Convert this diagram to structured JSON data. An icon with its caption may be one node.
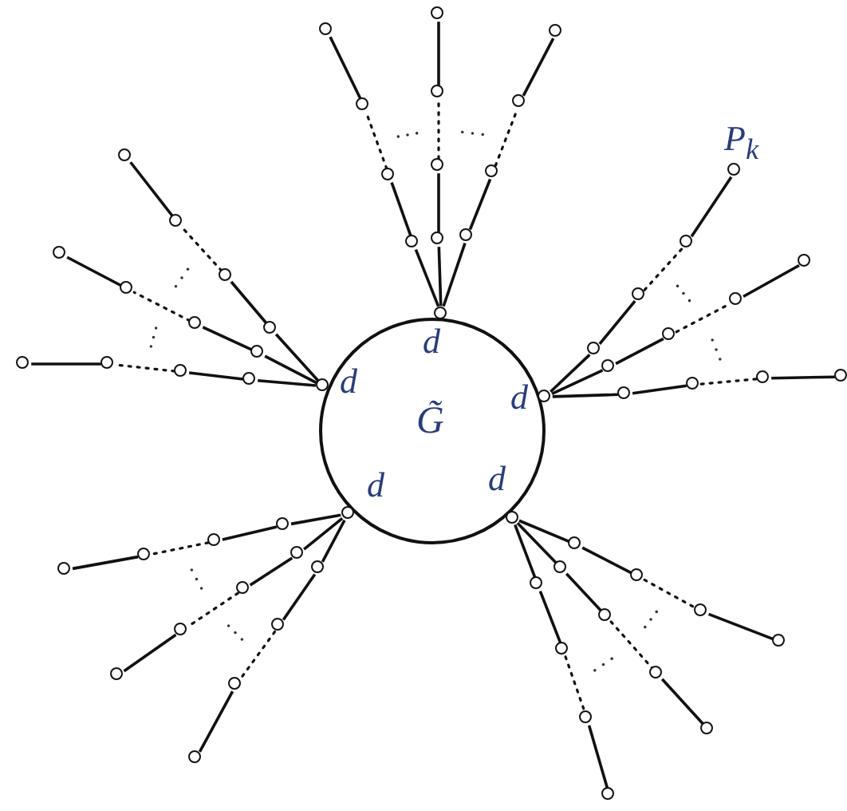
{
  "diagram": {
    "nodes": [
      {
        "text": [
          "G̃"
        ]
      },
      {
        "text": [],
        "shape": "circle",
        "beside": [
          "d"
        ]
      },
      {
        "text": [],
        "shape": "circle"
      },
      {
        "text": [],
        "shape": "circle"
      },
      {
        "text": [],
        "shape": "circle"
      },
      {
        "text": [],
        "shape": "circle"
      },
      {
        "text": [],
        "shape": "circle"
      },
      {
        "text": [],
        "shape": "circle"
      },
      {
        "text": [],
        "shape": "circle"
      },
      {
        "text": [],
        "shape": "circle"
      },
      {
        "text": [],
        "shape": "circle"
      },
      {
        "text": [],
        "shape": "circle"
      },
      {
        "text": [],
        "shape": "circle"
      },
      {
        "text": [],
        "shape": "circle"
      },
      {
        "text": [],
        "shape": "circle",
        "beside": [
          "d"
        ]
      },
      {
        "text": [],
        "shape": "circle"
      },
      {
        "text": [],
        "shape": "circle"
      },
      {
        "text": [],
        "shape": "circle"
      },
      {
        "text": [],
        "shape": "circle"
      },
      {
        "text": [],
        "shape": "circle"
      },
      {
        "text": [],
        "shape": "circle"
      },
      {
        "text": [],
        "shape": "circle"
      },
      {
        "text": [],
        "shape": "circle"
      },
      {
        "text": [],
        "shape": "circle"
      },
      {
        "text": [],
        "shape": "circle"
      },
      {
        "text": [],
        "shape": "circle"
      },
      {
        "text": [],
        "shape": "circle"
      },
      {
        "text": [],
        "shape": "circle",
        "beside": [
          "d"
        ]
      },
      {
        "text": [],
        "shape": "circle"
      },
      {
        "text": [],
        "shape": "circle"
      },
      {
        "text": [],
        "shape": "circle"
      },
      {
        "text": [],
        "shape": "circle",
        "beside": [
          "P$_{k}$"
        ]
      },
      {
        "text": [],
        "shape": "circle"
      },
      {
        "text": [],
        "shape": "circle"
      },
      {
        "text": [],
        "shape": "circle"
      },
      {
        "text": [],
        "shape": "circle"
      },
      {
        "text": [],
        "shape": "circle"
      },
      {
        "text": [],
        "shape": "circle"
      },
      {
        "text": [],
        "shape": "circle"
      },
      {
        "text": [],
        "shape": "circle"
      },
      {
        "text": [],
        "shape": "circle",
        "beside": [
          "d"
        ]
      },
      {
        "text": [],
        "shape": "circle"
      },
      {
        "text": [],
        "shape": "circle"
      },
      {
        "text": [],
        "shape": "circle"
      },
      {
        "text": [],
        "shape": "circle"
      },
      {
        "text": [],
        "shape": "circle"
      },
      {
        "text": [],
        "shape": "circle"
      },
      {
        "text": [],
        "shape": "circle"
      },
      {
        "text": [],
        "shape": "circle"
      },
      {
        "text": [],
        "shape": "circle"
      },
      {
        "text": [],
        "shape": "circle"
      },
      {
        "text": [],
        "shape": "circle"
      },
      {
        "text": [],
        "shape": "circle"
      },
      {
        "text": [],
        "shape": "circle",
        "beside": [
          "d"
        ]
      },
      {
        "text": [],
        "shape": "circle"
      },
      {
        "text": [],
        "shape": "circle"
      },
      {
        "text": [],
        "shape": "circle"
      },
      {
        "text": [],
        "shape": "circle"
      },
      {
        "text": [],
        "shape": "circle"
      },
      {
        "text": [],
        "shape": "circle"
      },
      {
        "text": [],
        "shape": "circle"
      },
      {
        "text": [],
        "shape": "circle"
      },
      {
        "text": [],
        "shape": "circle"
      },
      {
        "text": [],
        "shape": "circle"
      },
      {
        "text": [],
        "shape": "circle"
      },
      {
        "text": [],
        "shape": "circle"
      }
    ],
    "edges": [
      {
        "from": 1,
        "to": 2,
        "arrow": "none"
      },
      {
        "from": 2,
        "to": 3,
        "arrow": "none"
      },
      {
        "from": 3,
        "to": 4,
        "arrow": "none",
        "style": "dashed"
      },
      {
        "from": 4,
        "to": 5,
        "arrow": "none"
      },
      {
        "from": 1,
        "to": 6,
        "arrow": "none"
      },
      {
        "from": 6,
        "to": 7,
        "arrow": "none"
      },
      {
        "from": 7,
        "to": 8,
        "arrow": "none",
        "style": "dashed"
      },
      {
        "from": 8,
        "to": 9,
        "arrow": "none"
      },
      {
        "from": 1,
        "to": 10,
        "arrow": "none"
      },
      {
        "from": 10,
        "to": 11,
        "arrow": "none"
      },
      {
        "from": 11,
        "to": 12,
        "arrow": "none",
        "style": "dashed"
      },
      {
        "from": 12,
        "to": 13,
        "arrow": "none"
      },
      {
        "from": 14,
        "to": 15,
        "arrow": "none"
      },
      {
        "from": 15,
        "to": 16,
        "arrow": "none"
      },
      {
        "from": 16,
        "to": 17,
        "arrow": "none",
        "style": "dashed"
      },
      {
        "from": 17,
        "to": 18,
        "arrow": "none"
      },
      {
        "from": 14,
        "to": 19,
        "arrow": "none"
      },
      {
        "from": 19,
        "to": 20,
        "arrow": "none"
      },
      {
        "from": 20,
        "to": 21,
        "arrow": "none",
        "style": "dashed"
      },
      {
        "from": 21,
        "to": 22,
        "arrow": "none"
      },
      {
        "from": 14,
        "to": 23,
        "arrow": "none"
      },
      {
        "from": 23,
        "to": 24,
        "arrow": "none"
      },
      {
        "from": 24,
        "to": 25,
        "arrow": "none",
        "style": "dashed"
      },
      {
        "from": 25,
        "to": 26,
        "arrow": "none"
      },
      {
        "from": 27,
        "to": 28,
        "arrow": "none"
      },
      {
        "from": 28,
        "to": 29,
        "arrow": "none"
      },
      {
        "from": 29,
        "to": 30,
        "arrow": "none",
        "style": "dashed"
      },
      {
        "from": 30,
        "to": 31,
        "arrow": "none"
      },
      {
        "from": 27,
        "to": 32,
        "arrow": "none"
      },
      {
        "from": 32,
        "to": 33,
        "arrow": "none"
      },
      {
        "from": 33,
        "to": 34,
        "arrow": "none",
        "style": "dashed"
      },
      {
        "from": 34,
        "to": 35,
        "arrow": "none"
      },
      {
        "from": 27,
        "to": 36,
        "arrow": "none"
      },
      {
        "from": 36,
        "to": 37,
        "arrow": "none"
      },
      {
        "from": 37,
        "to": 38,
        "arrow": "none",
        "style": "dashed"
      },
      {
        "from": 38,
        "to": 39,
        "arrow": "none"
      },
      {
        "from": 40,
        "to": 41,
        "arrow": "none"
      },
      {
        "from": 41,
        "to": 42,
        "arrow": "none"
      },
      {
        "from": 42,
        "to": 43,
        "arrow": "none",
        "style": "dashed"
      },
      {
        "from": 43,
        "to": 44,
        "arrow": "none"
      },
      {
        "from": 40,
        "to": 45,
        "arrow": "none"
      },
      {
        "from": 45,
        "to": 46,
        "arrow": "none"
      },
      {
        "from": 46,
        "to": 47,
        "arrow": "none",
        "style": "dashed"
      },
      {
        "from": 47,
        "to": 48,
        "arrow": "none"
      },
      {
        "from": 40,
        "to": 49,
        "arrow": "none"
      },
      {
        "from": 49,
        "to": 50,
        "arrow": "none"
      },
      {
        "from": 50,
        "to": 51,
        "arrow": "none",
        "style": "dashed"
      },
      {
        "from": 51,
        "to": 52,
        "arrow": "none"
      },
      {
        "from": 53,
        "to": 54,
        "arrow": "none"
      },
      {
        "from": 54,
        "to": 55,
        "arrow": "none"
      },
      {
        "from": 55,
        "to": 56,
        "arrow": "none",
        "style": "dashed"
      },
      {
        "from": 56,
        "to": 57,
        "arrow": "none"
      },
      {
        "from": 53,
        "to": 58,
        "arrow": "none"
      },
      {
        "from": 58,
        "to": 59,
        "arrow": "none"
      },
      {
        "from": 59,
        "to": 60,
        "arrow": "none",
        "style": "dashed"
      },
      {
        "from": 60,
        "to": 61,
        "arrow": "none"
      },
      {
        "from": 53,
        "to": 62,
        "arrow": "none"
      },
      {
        "from": 62,
        "to": 63,
        "arrow": "none"
      },
      {
        "from": 63,
        "to": 64,
        "arrow": "none",
        "style": "dashed"
      },
      {
        "from": 64,
        "to": 65,
        "arrow": "none"
      }
    ]
  }
}
